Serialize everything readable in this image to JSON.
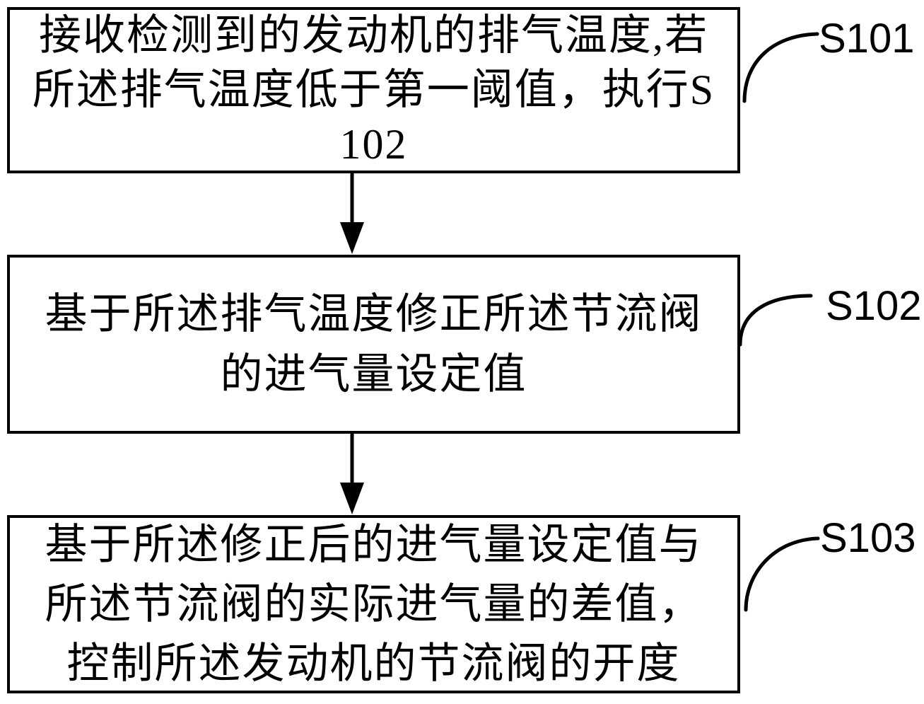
{
  "figure": {
    "background_color": "#ffffff",
    "line_color": "#000000",
    "type": "flowchart"
  },
  "flowchart": {
    "steps": [
      {
        "id": "step-1",
        "label": "S101",
        "lines": [
          "接收检测到的发动机的排气温度,若",
          "所述排气温度低于第一阈值，执行S",
          "102"
        ]
      },
      {
        "id": "step-2",
        "label": "S102",
        "lines": [
          "基于所述排气温度修正所述节流阀",
          "的进气量设定值"
        ]
      },
      {
        "id": "step-3",
        "label": "S103",
        "lines": [
          "基于所述修正后的进气量设定值与",
          "所述节流阀的实际进气量的差值，",
          "控制所述发动机的节流阀的开度"
        ]
      }
    ],
    "connectors": [
      {
        "from": "step-1",
        "to": "step-2",
        "type": "down-arrow"
      },
      {
        "from": "step-2",
        "to": "step-3",
        "type": "down-arrow"
      }
    ]
  }
}
